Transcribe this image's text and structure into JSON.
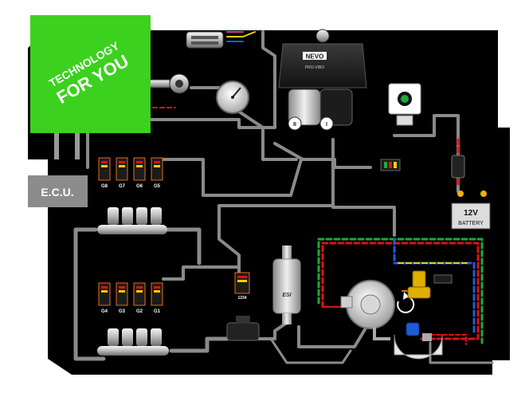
{
  "banner": {
    "line1": "TECHNOLOGY",
    "line2": "FOR YOU",
    "color": "#3bd11e"
  },
  "ecu": {
    "label": "E.C.U."
  },
  "controller": {
    "brand": "NEVO",
    "model": "PRO-VIBO",
    "port_left": "II",
    "port_right": "I"
  },
  "injectors_top": {
    "labels": [
      "G8",
      "G7",
      "G6",
      "G5"
    ]
  },
  "injectors_bottom": {
    "labels": [
      "G4",
      "G3",
      "G2",
      "G1"
    ]
  },
  "sensor_plug": {
    "label": "1234"
  },
  "filter": {
    "label": "ESI"
  },
  "battery": {
    "voltage": "12V",
    "label": "BATTERY"
  },
  "colors": {
    "background_panel": "#000000",
    "wire_grey": "#8a8a8a",
    "wire_red": "#e01010",
    "wire_yellow": "#f2d000",
    "wire_green": "#1fa83a",
    "wire_blue": "#1e5bd8",
    "connector_orange": "#e86a12",
    "accent_green": "#3bd11e"
  }
}
